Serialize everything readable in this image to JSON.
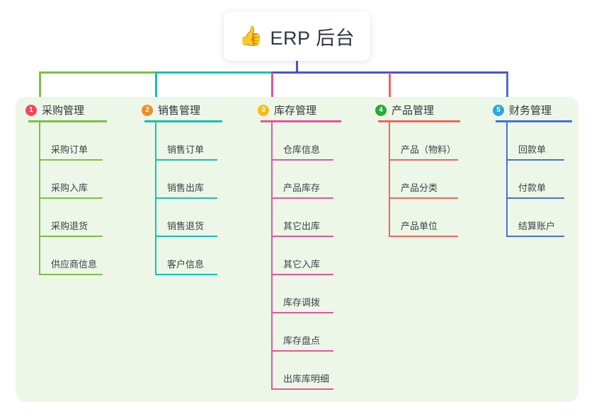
{
  "title": {
    "emoji": "👍",
    "emoji_name": "thumbs-up-icon",
    "text": "ERP 后台"
  },
  "palette": {
    "root_connector": "#4a54c9",
    "bus_green": "#7ac143",
    "bus_teal": "#13c2b4",
    "bus_blue": "#4a54c9",
    "panel_bg": "#edf7e7",
    "text": "#2f3640"
  },
  "chart_data": {
    "type": "table",
    "title": "ERP 后台",
    "columns": [
      {
        "index": "1",
        "title": "采购管理",
        "badge_color": "#f4475f",
        "line_color": "#7ac143",
        "items": [
          "采购订单",
          "采购入库",
          "采购退货",
          "供应商信息"
        ]
      },
      {
        "index": "2",
        "title": "销售管理",
        "badge_color": "#f28c28",
        "line_color": "#13c2b4",
        "items": [
          "销售订单",
          "销售出库",
          "销售退货",
          "客户信息"
        ]
      },
      {
        "index": "3",
        "title": "库存管理",
        "badge_color": "#f6bd16",
        "line_color": "#e6549c",
        "items": [
          "仓库信息",
          "产品库存",
          "其它出库",
          "其它入库",
          "库存调拨",
          "库存盘点",
          "出库库明细"
        ]
      },
      {
        "index": "4",
        "title": "产品管理",
        "badge_color": "#22ac38",
        "line_color": "#f4635c",
        "items": [
          "产品（物料）",
          "产品分类",
          "产品单位"
        ]
      },
      {
        "index": "5",
        "title": "财务管理",
        "badge_color": "#2ba7e0",
        "line_color": "#4a6fd4",
        "items": [
          "回款单",
          "付款单",
          "结算账户"
        ]
      }
    ]
  }
}
